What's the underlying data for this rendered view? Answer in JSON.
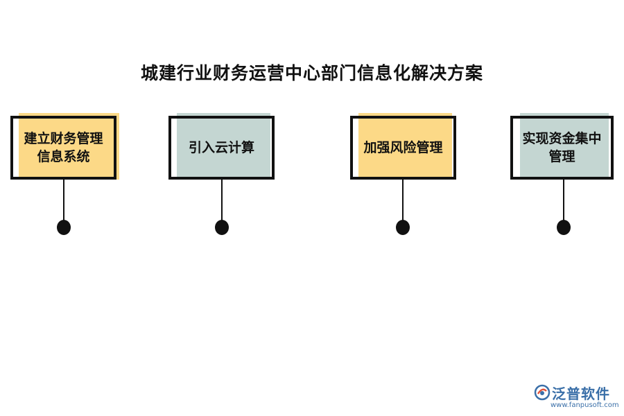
{
  "title": "城建行业财务运营中心部门信息化解决方案",
  "nodes": [
    {
      "id": "n1",
      "text": "建立财务管理信息系统",
      "lines": [
        "建立财务管理",
        "信息系统"
      ],
      "fill": "#fcd987"
    },
    {
      "id": "n2",
      "text": "引入云计算",
      "lines": [
        "引入云计算"
      ],
      "fill": "#c4d6d2"
    },
    {
      "id": "n3",
      "text": "加强风险管理",
      "lines": [
        "加强风险管理"
      ],
      "fill": "#fcd987"
    },
    {
      "id": "n4",
      "text": "实现资金集中管理",
      "lines": [
        "实现资金集中",
        "管理"
      ],
      "fill": "#c4d6d2"
    }
  ],
  "logo": {
    "brand": "泛普软件",
    "url": "www.fanpusoft.com",
    "color": "#3a6fa8"
  }
}
